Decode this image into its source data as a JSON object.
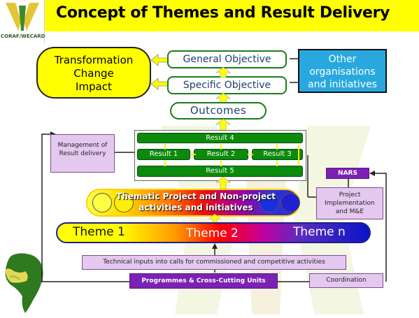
{
  "title": "Concept of Themes and Result Delivery",
  "logo": {
    "text": "CORAF/WECARD"
  },
  "transformation": [
    "Transformation",
    "Change",
    "Impact"
  ],
  "objectives": {
    "general": "General Objective",
    "specific": "Specific Objective"
  },
  "outcomes": "Outcomes",
  "other_orgs": [
    "Other",
    "organisations",
    "and initiatives"
  ],
  "management": "Management of Result delivery",
  "results": {
    "r4": "Result 4",
    "r1": "Result 1",
    "r2": "Result 2",
    "r3": "Result 3",
    "r5": "Result 5"
  },
  "nars": "NARS",
  "project_impl": "Project Implementation and M&E",
  "thematic": [
    "Thematic Project and Non-project",
    "activities and initiatives"
  ],
  "themes": {
    "t1": "Theme 1",
    "t2": "Theme 2",
    "tn": "Theme n"
  },
  "technical_inputs": "Technical inputs into calls for commissioned and competitive activities",
  "programmes": "Programmes & Cross-Cutting Units",
  "coordination": "Coordination",
  "colors": {
    "title_bar": "#ffff00",
    "result_green": "#0b8a0b",
    "purple": "#7a22b4",
    "lavender": "#e4c8f0",
    "blue_box": "#29a8e0"
  }
}
